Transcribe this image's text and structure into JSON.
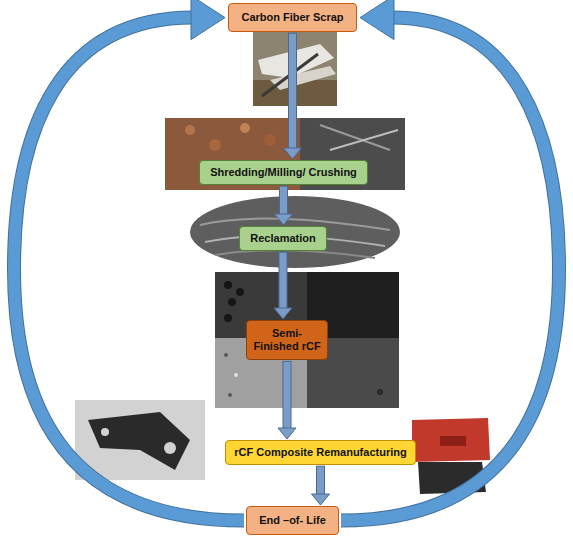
{
  "diagram": {
    "nodes": [
      {
        "text": [
          "Carbon Fiber Scrap"
        ]
      },
      {
        "text": [
          "Shredding/Milling/ Crushing"
        ]
      },
      {
        "text": [
          "Reclamation"
        ]
      },
      {
        "text": [
          "Semi-Finished rCF"
        ]
      },
      {
        "text": [
          "rCF Composite Remanufacturing"
        ]
      },
      {
        "text": [
          "End –of- Life"
        ]
      }
    ],
    "edges": [
      {
        "from": 0,
        "to": 1,
        "arrow": "to"
      },
      {
        "from": 1,
        "to": 2,
        "arrow": "to"
      },
      {
        "from": 2,
        "to": 3,
        "arrow": "to"
      },
      {
        "from": 3,
        "to": 4,
        "arrow": "to"
      },
      {
        "from": 4,
        "to": 5,
        "arrow": "to"
      },
      {
        "from": 5,
        "to": 0,
        "arrow": "to"
      },
      {
        "from": 5,
        "to": 0,
        "arrow": "to"
      }
    ]
  }
}
